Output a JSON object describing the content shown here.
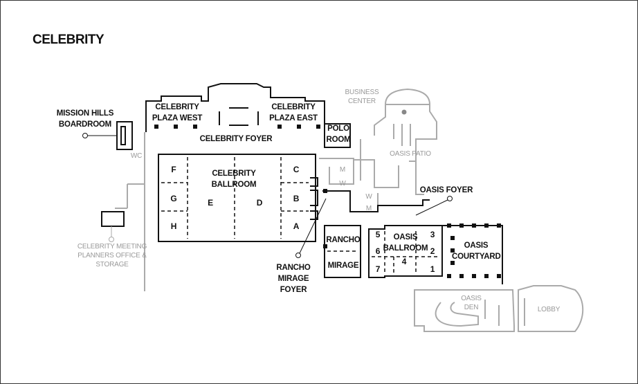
{
  "title": "CELEBRITY",
  "rooms": {
    "celebrity_plaza_west": "CELEBRITY PLAZA WEST",
    "celebrity_plaza_east": "CELEBRITY PLAZA EAST",
    "celebrity_foyer": "CELEBRITY FOYER",
    "mission_hills_boardroom": "MISSION HILLS BOARDROOM",
    "polo_room": "POLO ROOM",
    "business_center": "BUSINESS CENTER",
    "oasis_patio": "OASIS PATIO",
    "wc": "WC",
    "celebrity_ballroom": "CELEBRITY BALLROOM",
    "ballroom_sections": {
      "F": "F",
      "G": "G",
      "H": "H",
      "E": "E",
      "D": "D",
      "C": "C",
      "B": "B",
      "A": "A"
    },
    "oasis_foyer": "OASIS FOYER",
    "rancho": "RANCHO",
    "mirage": "MIRAGE",
    "rancho_mirage_foyer": "RANCHO MIRAGE FOYER",
    "oasis_ballroom": "OASIS BALLROOM",
    "oasis_sections": {
      "s1": "1",
      "s2": "2",
      "s3": "3",
      "s4": "4",
      "s5": "5",
      "s6": "6",
      "s7": "7"
    },
    "oasis_courtyard": "OASIS COURTYARD",
    "oasis_den": "OASIS DEN",
    "lobby": "LOBBY",
    "planners_office": "CELEBRITY MEETING PLANNERS OFFICE & STORAGE",
    "restroom_m1": "M",
    "restroom_w1": "W",
    "restroom_w2": "W",
    "restroom_m2": "M"
  }
}
